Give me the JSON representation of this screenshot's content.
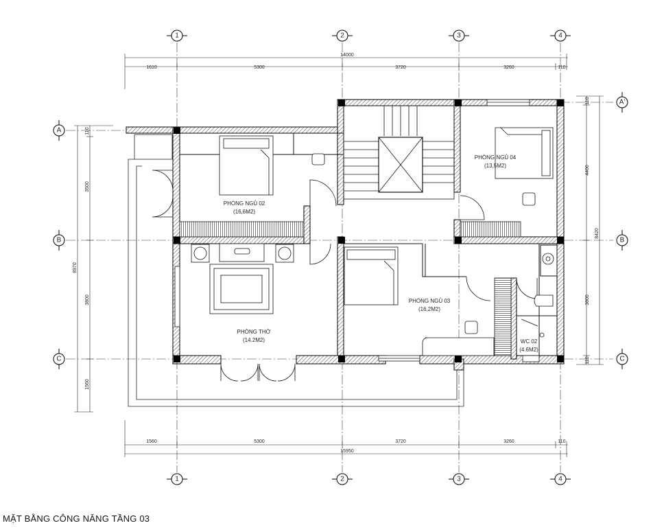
{
  "title": "MẶT BẰNG CÔNG NĂNG TẦNG 03",
  "axes": {
    "vertical": [
      "1",
      "2",
      "3",
      "4"
    ],
    "horizontal": [
      "A",
      "B",
      "C"
    ],
    "extra": "A'"
  },
  "dimensions": {
    "top_total": "14000",
    "top_segments": [
      "1610",
      "5300",
      "3720",
      "3260",
      "110"
    ],
    "bottom_total": "15950",
    "bottom_segments": [
      "1560",
      "5300",
      "3720",
      "3260",
      "110"
    ],
    "left_total": "8970",
    "left_segments": [
      "110",
      "3500",
      "3800",
      "1560"
    ],
    "right_total": "8420",
    "right_segments": [
      "110",
      "4400",
      "3800",
      "110"
    ]
  },
  "rooms": [
    {
      "name": "PHÒNG NGỦ 02",
      "area": "(16,6M2)"
    },
    {
      "name": "PHÒNG NGỦ 04",
      "area": "(13,5M2)"
    },
    {
      "name": "PHÒNG NGỦ 03",
      "area": "(16,2M2)"
    },
    {
      "name": "PHÒNG THỜ",
      "area": "(14.2M2)"
    },
    {
      "name": "WC 02",
      "area": "(4.6M2)"
    }
  ],
  "colors": {
    "line": "#000000",
    "hatch": "#555555",
    "thin": "#333333"
  }
}
